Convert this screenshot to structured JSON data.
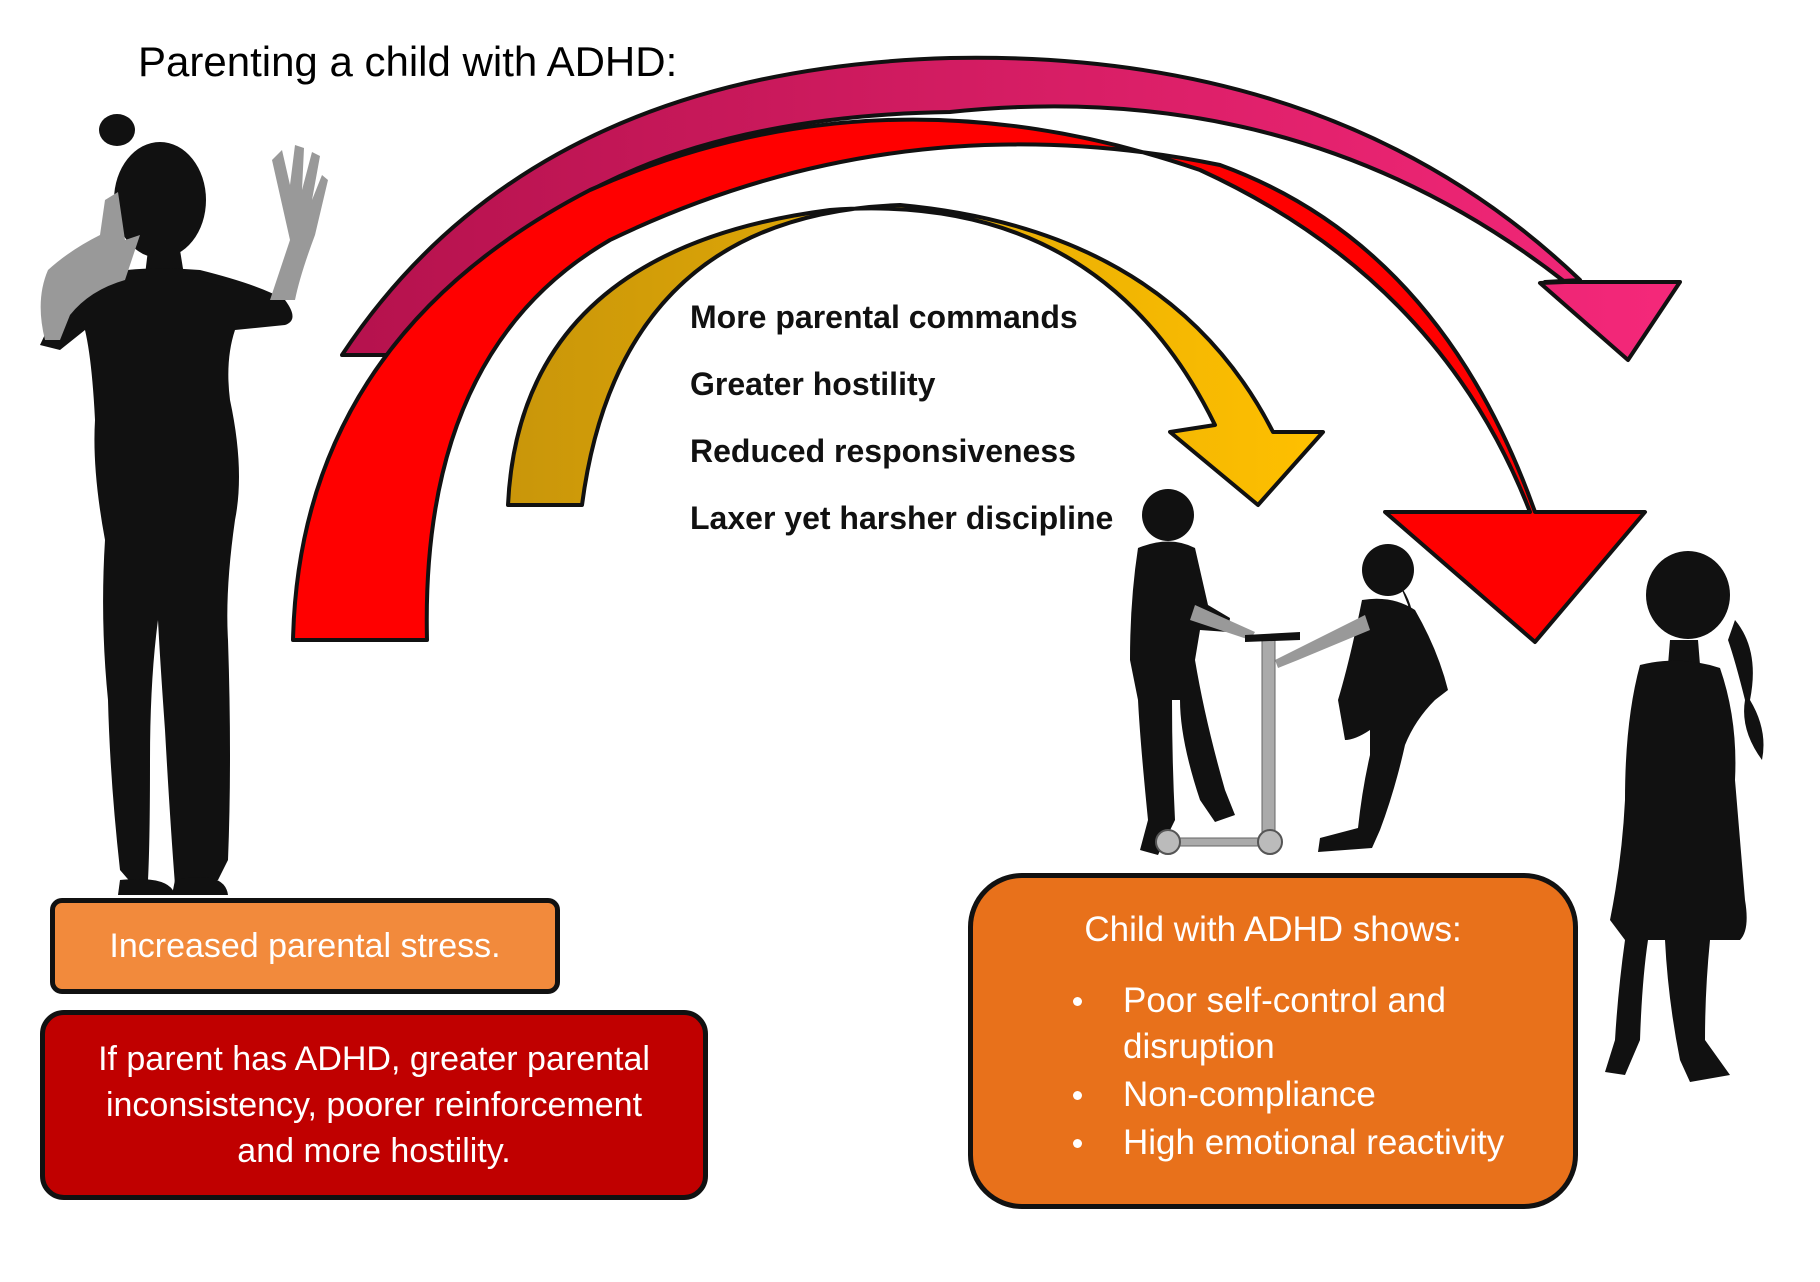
{
  "title": "Parenting a child with ADHD:",
  "parenting_effects": [
    "More parental commands",
    "Greater hostility",
    "Reduced responsiveness",
    "Laxer yet harsher discipline"
  ],
  "parent_boxes": {
    "stress": "Increased parental stress.",
    "parent_adhd": "If parent has ADHD, greater parental inconsistency, poorer reinforcement and more hostility."
  },
  "child_box": {
    "heading": "Child with ADHD shows:",
    "items": [
      "Poor self-control and disruption",
      "Non-compliance",
      "High emotional reactivity"
    ]
  },
  "colors": {
    "arrow_outer": "#e0245e",
    "arrow_middle": "#ff0000",
    "arrow_inner": "#ffc000",
    "stress_box": "#f28a3c",
    "parent_adhd_box": "#c00000",
    "child_box": "#e8711b"
  },
  "icons": [
    "mother-silhouette",
    "children-with-scooter-silhouette",
    "girl-silhouette"
  ]
}
